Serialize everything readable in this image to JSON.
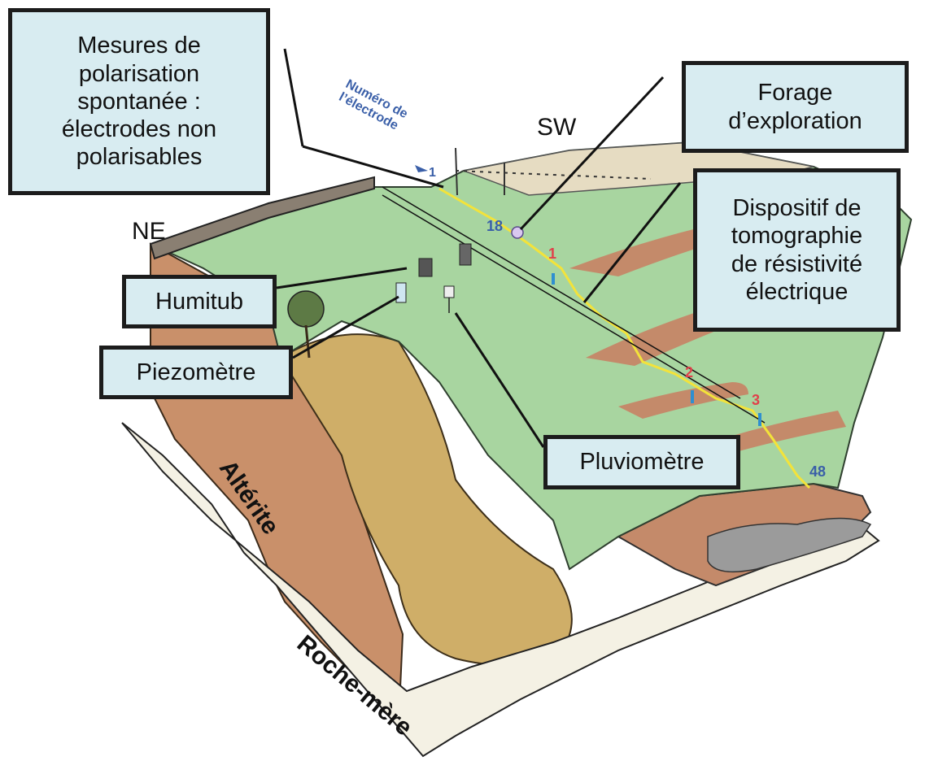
{
  "labels": {
    "sp": [
      "Mesures de",
      "polarisation",
      "spontanée :",
      "électrodes non",
      "polarisables"
    ],
    "forage": [
      "Forage",
      "d’exploration"
    ],
    "ert": [
      "Dispositif de",
      "tomographie",
      "de résistivité",
      "électrique"
    ],
    "humitub": "Humitub",
    "piezometre": "Piezomètre",
    "pluviometre": "Pluviomètre",
    "ne": "NE",
    "sw": "SW",
    "alterite": "Altérite",
    "roche_mere": "Roche-mère",
    "numero_line1": "Numéro de",
    "numero_line2": "l’électrode"
  },
  "electrode_numbers": {
    "blue_1": "1",
    "blue_18": "18",
    "blue_48": "48",
    "red_1": "1",
    "red_2": "2",
    "red_3": "3"
  },
  "colors": {
    "box_fill": "#d8ecf1",
    "box_border": "#1c1c1c",
    "grass": "#a8d5a0",
    "alterite": "#c9906a",
    "rock_face": "#c8a460",
    "electrode_line": "#f3e33a",
    "electrode_number_blue": "#3a5fa8",
    "electrode_number_red": "#e0404a",
    "sensor_blue": "#2f8fd0"
  }
}
